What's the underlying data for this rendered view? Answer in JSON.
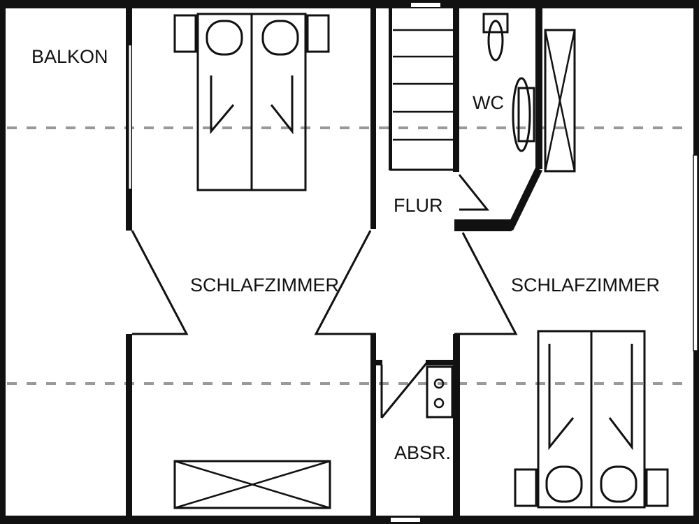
{
  "rooms": {
    "balkon": "BALKON",
    "schlafzimmer_left": "SCHLAFZIMMER",
    "flur": "FLUR",
    "wc": "WC",
    "schlafzimmer_right": "SCHLAFZIMMER",
    "absr": "ABSR."
  }
}
